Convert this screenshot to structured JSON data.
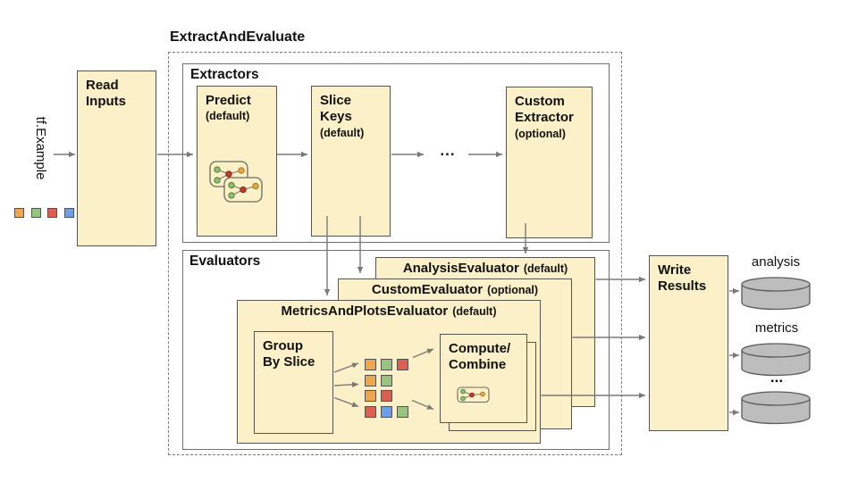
{
  "diagram": {
    "title": "ExtractAndEvaluate",
    "input": {
      "label": "tf.Example",
      "squares": [
        "orange",
        "green",
        "red",
        "blue"
      ]
    },
    "read_inputs": {
      "label": "Read\nInputs"
    },
    "extractors": {
      "section_label": "Extractors",
      "predict": {
        "name": "Predict",
        "qualifier": "(default)"
      },
      "slice_keys": {
        "name": "Slice\nKeys",
        "qualifier": "(default)"
      },
      "ellipsis": "...",
      "custom_extractor": {
        "name": "Custom\nExtractor",
        "qualifier": "(optional)"
      }
    },
    "evaluators": {
      "section_label": "Evaluators",
      "analysis_evaluator": {
        "name": "AnalysisEvaluator",
        "qualifier": "(default)"
      },
      "custom_evaluator": {
        "name": "CustomEvaluator",
        "qualifier": "(optional)"
      },
      "metrics_evaluator": {
        "name": "MetricsAndPlotsEvaluator",
        "qualifier": "(default)"
      },
      "group_by_slice": {
        "label": "Group\nBy Slice"
      },
      "compute_combine": {
        "label": "Compute/\nCombine"
      },
      "slice_grid": [
        [
          "orange",
          "green",
          "red"
        ],
        [
          "orange",
          "green"
        ],
        [
          "orange",
          "red"
        ],
        [
          "red",
          "blue",
          "green"
        ]
      ]
    },
    "write_results": {
      "label": "Write\nResults"
    },
    "outputs": {
      "analysis": "analysis",
      "metrics": "metrics",
      "more": "..."
    },
    "icons": {
      "predict_icon": "model-graph-icon",
      "compute_icon": "combine-graph-icon",
      "output_icon": "database-cylinder-icon"
    },
    "colors": {
      "box_fill": "#FBF0C7",
      "box_border": "#57544B",
      "container_border": "#6F6F6F",
      "arrow": "#7A7A7A",
      "cylinder_fill": "#BDBDBD",
      "cylinder_border": "#5A5A5A",
      "squares": {
        "orange": "#F0A64F",
        "green": "#97C47E",
        "red": "#DC5F52",
        "blue": "#6D9EEB"
      },
      "nodes": {
        "green": "#8FBE71",
        "red": "#C23A2A",
        "orange": "#E4A93C"
      }
    }
  }
}
